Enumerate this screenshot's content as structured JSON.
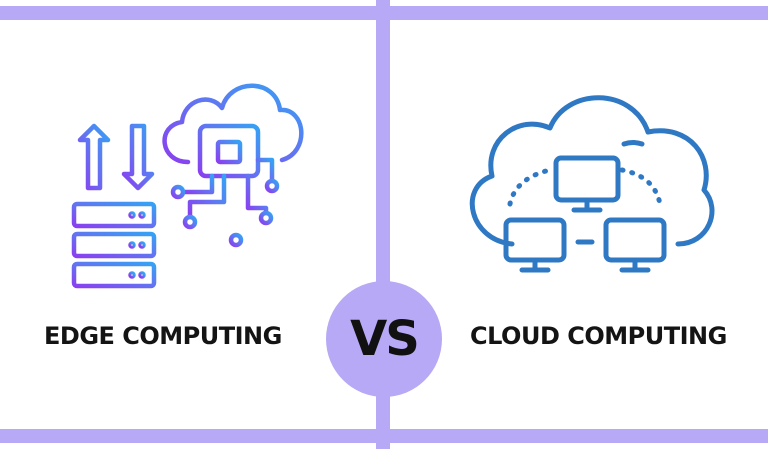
{
  "left_panel": {
    "title": "EDGE COMPUTING",
    "icon": "edge-computing-icon"
  },
  "right_panel": {
    "title": "CLOUD COMPUTING",
    "icon": "cloud-computing-icon"
  },
  "center": {
    "vs_label": "VS"
  },
  "colors": {
    "grid_lavender": "#b7a9f5",
    "gradient_purple": "#8a3ff0",
    "gradient_blue": "#36a2f4",
    "cloud_blue": "#2f78c4",
    "label_text": "#141414"
  }
}
